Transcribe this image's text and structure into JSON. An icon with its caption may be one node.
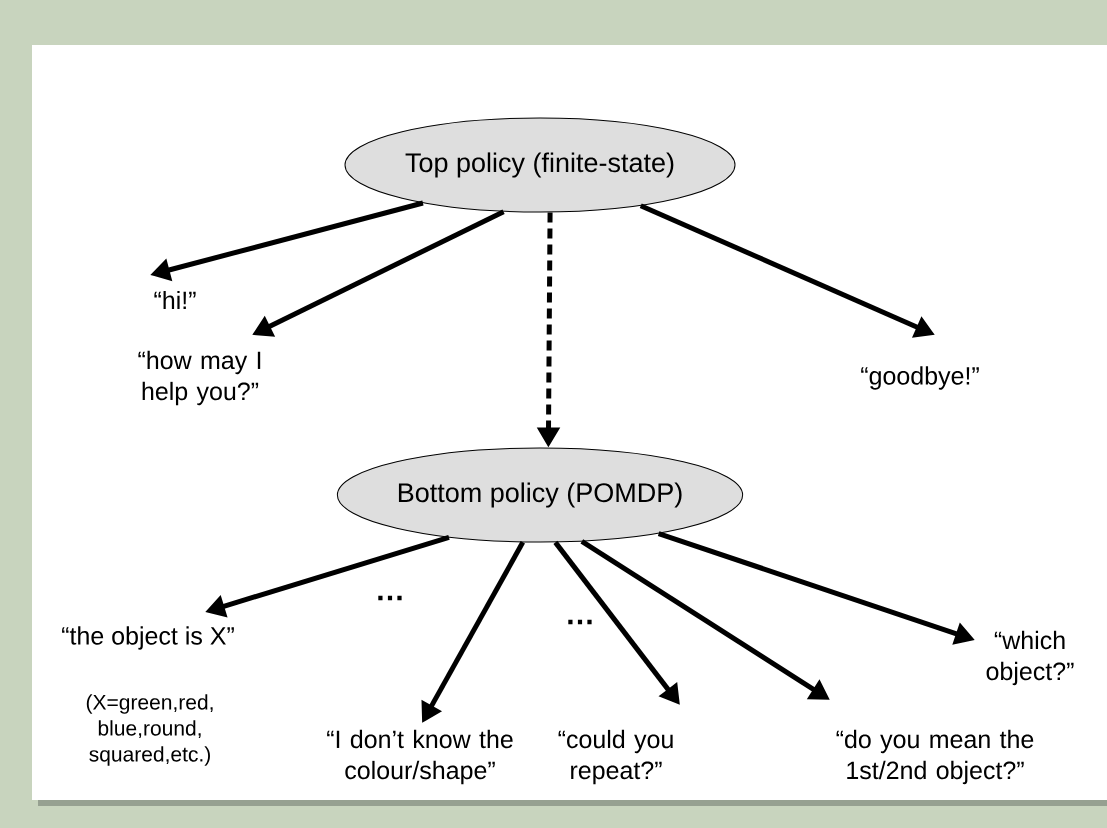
{
  "diagram": {
    "nodes": [
      {
        "text": [
          "Top policy (finite-state)"
        ]
      },
      {
        "text": [
          "“hi!”"
        ]
      },
      {
        "text": [
          "“how may I help you?”"
        ]
      },
      {
        "text": [
          "“goodbye!”"
        ]
      },
      {
        "text": [
          "Bottom policy (POMDP)"
        ]
      },
      {
        "text": [
          "“the object is X”"
        ],
        "beside": [
          "(X=green,red, blue,round, squared,etc.)"
        ]
      },
      {
        "text": [
          "“I don’t know the colour/shape”"
        ]
      },
      {
        "text": [
          "“could you repeat?”"
        ]
      },
      {
        "text": [
          "“do you mean the 1st/2nd object?”"
        ]
      },
      {
        "text": [
          "“which object?”"
        ]
      }
    ],
    "edges": [
      {
        "from": 0,
        "to": 1,
        "arrow": "to"
      },
      {
        "from": 0,
        "to": 2,
        "arrow": "to"
      },
      {
        "from": 0,
        "to": 4,
        "arrow": "to",
        "style": "dashed"
      },
      {
        "from": 0,
        "to": 3,
        "arrow": "to"
      },
      {
        "from": 4,
        "to": 5,
        "arrow": "to"
      },
      {
        "from": 4,
        "to": 6,
        "arrow": "to"
      },
      {
        "from": 4,
        "to": 7,
        "arrow": "to"
      },
      {
        "from": 4,
        "to": 8,
        "arrow": "to"
      },
      {
        "from": 4,
        "to": 9,
        "arrow": "to"
      }
    ],
    "labels": [
      "…",
      "…"
    ]
  }
}
